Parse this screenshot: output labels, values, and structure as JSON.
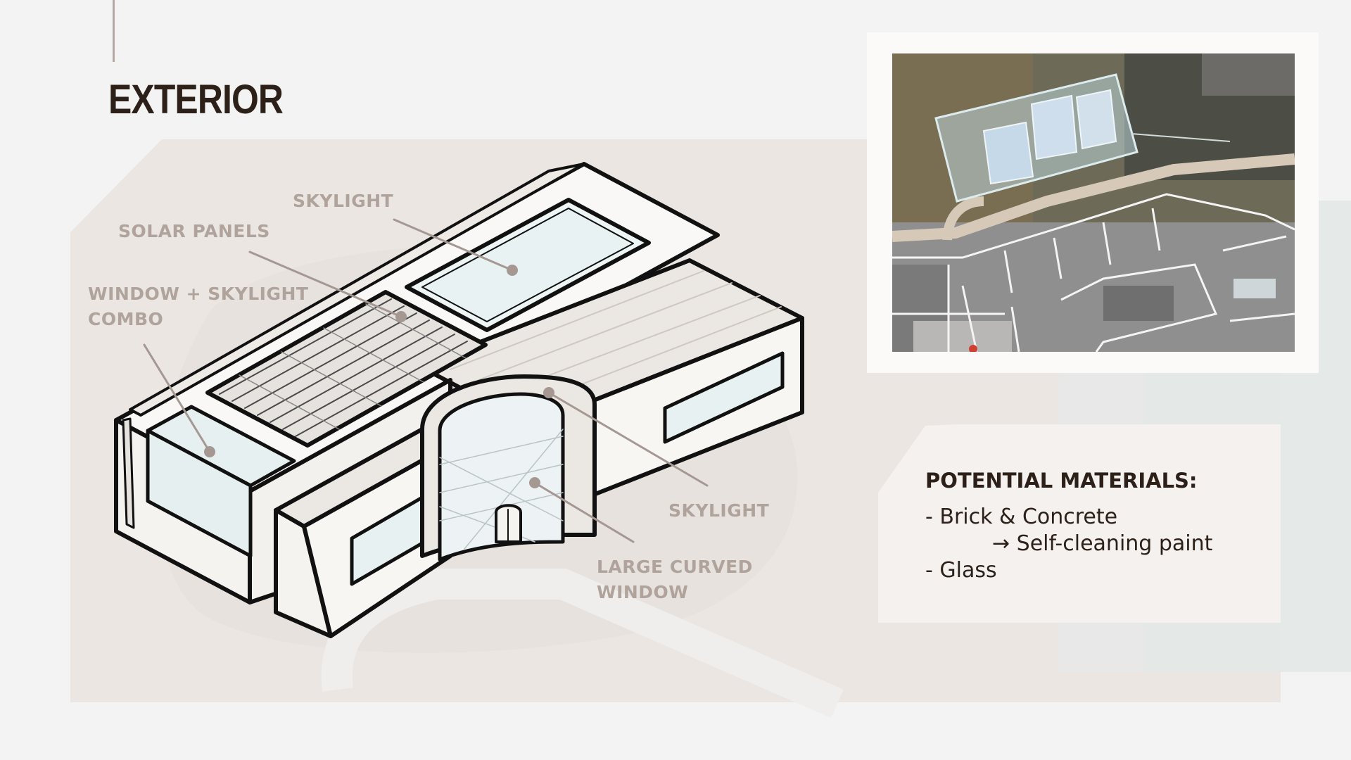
{
  "slide": {
    "title": "EXTERIOR"
  },
  "callouts": {
    "skylight_top": "SKYLIGHT",
    "solar_panels": "SOLAR PANELS",
    "window_skylight_combo": "WINDOW + SKYLIGHT\nCOMBO",
    "skylight_right": "SKYLIGHT",
    "large_curved_window": "LARGE CURVED\nWINDOW"
  },
  "materials": {
    "heading": "POTENTIAL MATERIALS:",
    "items": [
      "- Brick & Concrete",
      "→ Self-cleaning paint",
      "- Glass"
    ]
  },
  "colors": {
    "background": "#f3f3f3",
    "panel": "#ebe6e2",
    "title": "#2c2019",
    "callout": "#b0a39c",
    "glass": "#eaf3f4"
  }
}
